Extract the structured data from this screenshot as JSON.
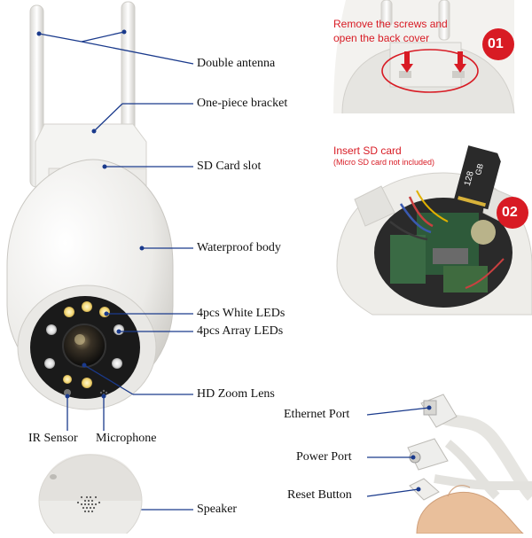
{
  "labels": {
    "double_antenna": "Double antenna",
    "one_piece_bracket": "One-piece bracket",
    "sd_card_slot": "SD Card slot",
    "waterproof_body": "Waterproof body",
    "white_leds": "4pcs White LEDs",
    "array_leds": "4pcs Array LEDs",
    "hd_zoom_lens": "HD Zoom Lens",
    "ir_sensor": "IR Sensor",
    "microphone": "Microphone",
    "speaker": "Speaker",
    "ethernet_port": "Ethernet Port",
    "power_port": "Power Port",
    "reset_button": "Reset Button"
  },
  "step1": {
    "badge": "01",
    "line1": "Remove the screws and",
    "line2": "open the back cover"
  },
  "step2": {
    "badge": "02",
    "title": "Insert SD card",
    "note": "(Micro SD card not included)",
    "card_size": "128",
    "card_unit": "GB"
  },
  "colors": {
    "accent_red": "#d81b24",
    "camera_white": "#f2f2f0",
    "lens_black": "#1a1a1a"
  }
}
